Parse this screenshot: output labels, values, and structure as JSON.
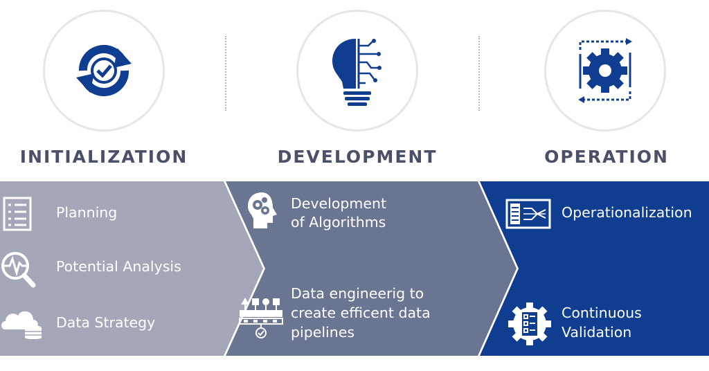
{
  "phases": [
    {
      "title": "INITIALIZATION",
      "icon": "refresh-check-icon"
    },
    {
      "title": "DEVELOPMENT",
      "icon": "ai-lightbulb-icon"
    },
    {
      "title": "OPERATION",
      "icon": "gear-cycle-icon"
    }
  ],
  "initialization": {
    "color": "#a3a7b7",
    "items": [
      {
        "label": "Planning",
        "icon": "checklist-icon"
      },
      {
        "label": "Potential Analysis",
        "icon": "magnifier-pulse-icon"
      },
      {
        "label": "Data Strategy",
        "icon": "cloud-database-icon"
      }
    ]
  },
  "development": {
    "color": "#6a7592",
    "items": [
      {
        "line1": "Development",
        "line2": "of Algorithms",
        "icon": "head-gears-icon"
      },
      {
        "line1": "Data engineerig to",
        "line2": "create efficent data",
        "line3": "pipelines",
        "icon": "data-pipeline-icon"
      }
    ]
  },
  "operation": {
    "color": "#0f3d8f",
    "items": [
      {
        "label": "Operationalization",
        "icon": "monitor-chart-icon"
      },
      {
        "line1": "Continuous",
        "line2": "Validation",
        "icon": "gear-checklist-icon"
      }
    ]
  }
}
